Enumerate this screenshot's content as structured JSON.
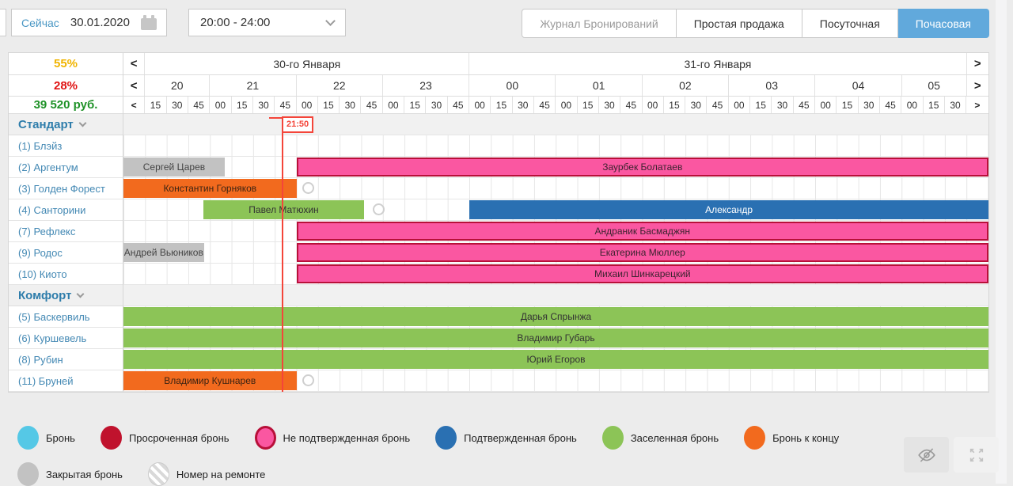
{
  "toolbar": {
    "now": "Сейчас",
    "date": "30.01.2020",
    "time_range": "20:00 - 24:00",
    "tabs": [
      {
        "id": "journal",
        "label": "Журнал Бронирований",
        "state": "muted"
      },
      {
        "id": "simple-sale",
        "label": "Простая продажа",
        "state": "normal"
      },
      {
        "id": "daily",
        "label": "Посуточная",
        "state": "normal"
      },
      {
        "id": "hourly",
        "label": "Почасовая",
        "state": "active"
      }
    ]
  },
  "stats": {
    "occupancy_percent": "55%",
    "sold_percent": "28%",
    "revenue": "39 520 руб."
  },
  "timeline": {
    "prev_arrow": "<",
    "next_arrow": ">",
    "days": [
      {
        "label": "30-го Января",
        "span": 15
      },
      {
        "label": "31-го Января",
        "span": 23
      }
    ],
    "hours": [
      {
        "label": "20",
        "span": 3
      },
      {
        "label": "21",
        "span": 4
      },
      {
        "label": "22",
        "span": 4
      },
      {
        "label": "23",
        "span": 4
      },
      {
        "label": "00",
        "span": 4
      },
      {
        "label": "01",
        "span": 4
      },
      {
        "label": "02",
        "span": 4
      },
      {
        "label": "03",
        "span": 4
      },
      {
        "label": "04",
        "span": 4
      },
      {
        "label": "05",
        "span": 3
      }
    ],
    "minutes": [
      "15",
      "30",
      "45",
      "00",
      "15",
      "30",
      "45",
      "00",
      "15",
      "30",
      "45",
      "00",
      "15",
      "30",
      "45",
      "00",
      "15",
      "30",
      "45",
      "00",
      "15",
      "30",
      "45",
      "00",
      "15",
      "30",
      "45",
      "00",
      "15",
      "30",
      "45",
      "00",
      "15",
      "30",
      "45",
      "00",
      "15",
      "30"
    ],
    "current_time": {
      "label": "21:50",
      "pos_pct": 18.3
    }
  },
  "rows": [
    {
      "type": "group",
      "name": "Стандарт"
    },
    {
      "type": "room",
      "name": "(1) Блэйз",
      "bookings": []
    },
    {
      "type": "room",
      "name": "(2) Аргентум",
      "bookings": [
        {
          "guest": "Сергей Царев",
          "status": "closed",
          "left_pct": 0,
          "width_pct": 11.7
        },
        {
          "guest": "Заурбек Болатаев",
          "status": "unconfirmed",
          "left_pct": 20,
          "width_pct": 80
        }
      ]
    },
    {
      "type": "room",
      "name": "(3) Голден Форест",
      "marker_pct": 20.7,
      "bookings": [
        {
          "guest": "Константин Горняков",
          "status": "ending",
          "left_pct": 0,
          "width_pct": 20
        }
      ]
    },
    {
      "type": "room",
      "name": "(4) Санторини",
      "marker_pct": 28.8,
      "bookings": [
        {
          "guest": "Павел Матюхин",
          "status": "occupied",
          "left_pct": 9.25,
          "width_pct": 18.55
        },
        {
          "guest": "Александр",
          "status": "confirmed",
          "left_pct": 40,
          "width_pct": 60
        }
      ]
    },
    {
      "type": "room",
      "name": "(7) Рефлекс",
      "bookings": [
        {
          "guest": "Андраник Басмаджян",
          "status": "unconfirmed",
          "left_pct": 20,
          "width_pct": 80
        }
      ]
    },
    {
      "type": "room",
      "name": "(9) Родос",
      "bookings": [
        {
          "guest": "Андрей Вьюников",
          "status": "closed",
          "left_pct": 0,
          "width_pct": 9.3
        },
        {
          "guest": "Екатерина Мюллер",
          "status": "unconfirmed",
          "left_pct": 20,
          "width_pct": 80
        }
      ]
    },
    {
      "type": "room",
      "name": "(10) Киото",
      "bookings": [
        {
          "guest": "Михаил Шинкарецкий",
          "status": "unconfirmed",
          "left_pct": 20,
          "width_pct": 80
        }
      ]
    },
    {
      "type": "group",
      "name": "Комфорт"
    },
    {
      "type": "room",
      "name": "(5) Баскервиль",
      "bookings": [
        {
          "guest": "Дарья Спрынжа",
          "status": "occupied",
          "left_pct": 0,
          "width_pct": 100
        }
      ]
    },
    {
      "type": "room",
      "name": "(6) Куршевель",
      "bookings": [
        {
          "guest": "Владимир Губарь",
          "status": "occupied",
          "left_pct": 0,
          "width_pct": 100
        }
      ]
    },
    {
      "type": "room",
      "name": "(8) Рубин",
      "bookings": [
        {
          "guest": "Юрий Егоров",
          "status": "occupied",
          "left_pct": 0,
          "width_pct": 100
        }
      ]
    },
    {
      "type": "room",
      "name": "(11) Бруней",
      "marker_pct": 20.7,
      "bookings": [
        {
          "guest": "Владимир Кушнарев",
          "status": "ending",
          "left_pct": 0,
          "width_pct": 20
        }
      ]
    }
  ],
  "statuses": {
    "booking": {
      "color": "#55c8e6",
      "text": "#333333"
    },
    "overdue": {
      "color": "#c0122d",
      "text": "#ffffff"
    },
    "unconfirmed": {
      "color": "#fa57a1",
      "border": "#b81039",
      "text": "#3d2330"
    },
    "confirmed": {
      "color": "#2a70b2",
      "text": "#ffffff"
    },
    "occupied": {
      "color": "#8cc457",
      "text": "#333333"
    },
    "ending": {
      "color": "#f26a1e",
      "text": "#3d2413"
    },
    "closed": {
      "color": "#c2c2c2",
      "text": "#444444"
    },
    "repair": {
      "color": "repair"
    }
  },
  "legend": {
    "row1": [
      {
        "status": "booking",
        "label": "Бронь"
      },
      {
        "status": "overdue",
        "label": "Просроченная бронь"
      },
      {
        "status": "unconfirmed",
        "label": "Не подтвержденная бронь"
      },
      {
        "status": "confirmed",
        "label": "Подтвержденная бронь"
      },
      {
        "status": "occupied",
        "label": "Заселенная бронь"
      },
      {
        "status": "ending",
        "label": "Бронь к концу"
      }
    ],
    "row2": [
      {
        "status": "closed",
        "label": "Закрытая бронь"
      },
      {
        "status": "repair",
        "label": "Номер на ремонте"
      }
    ]
  },
  "colors": {
    "accent": "#61a9dc",
    "now_line": "#f4453a",
    "occupancy": "#f0b400",
    "sold": "#e01313",
    "revenue": "#1f9228",
    "link": "#4a97c4",
    "group_label": "#2e7dab",
    "room_label": "#4489b4"
  }
}
